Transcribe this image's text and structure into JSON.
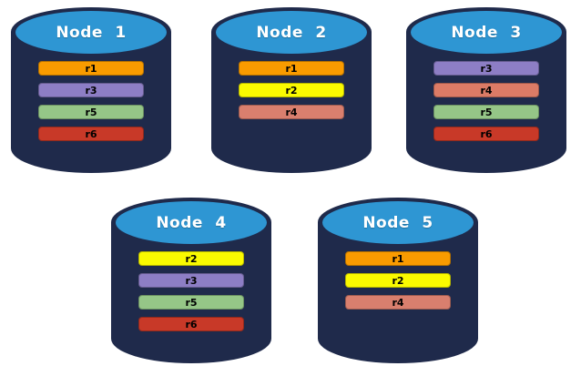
{
  "palette": {
    "cylinder_body": "#1F2A4B",
    "cylinder_cap": "#2E96D3",
    "replica_colors": {
      "r1": "#F99B00",
      "r2": "#FAFA00",
      "r3": "#8D7EC5",
      "r4": "#D97F6E",
      "r5": "#95C687",
      "r6": "#C83928"
    }
  },
  "nodes": [
    {
      "title": "Node 1",
      "replicas": [
        {
          "label": "r1",
          "color": "#F99B00"
        },
        {
          "label": "r3",
          "color": "#8D7EC5"
        },
        {
          "label": "r5",
          "color": "#95C687"
        },
        {
          "label": "r6",
          "color": "#C83928"
        }
      ]
    },
    {
      "title": "Node 2",
      "replicas": [
        {
          "label": "r1",
          "color": "#F99B00"
        },
        {
          "label": "r2",
          "color": "#FAFA00"
        },
        {
          "label": "r4",
          "color": "#D97F6E"
        }
      ]
    },
    {
      "title": "Node 3",
      "replicas": [
        {
          "label": "r3",
          "color": "#8D7EC5"
        },
        {
          "label": "r4",
          "color": "#DC7B66"
        },
        {
          "label": "r5",
          "color": "#95C687"
        },
        {
          "label": "r6",
          "color": "#C83928"
        }
      ]
    },
    {
      "title": "Node 4",
      "replicas": [
        {
          "label": "r2",
          "color": "#FAFA00"
        },
        {
          "label": "r3",
          "color": "#8D7EC5"
        },
        {
          "label": "r5",
          "color": "#95C687"
        },
        {
          "label": "r6",
          "color": "#C83928"
        }
      ]
    },
    {
      "title": "Node 5",
      "replicas": [
        {
          "label": "r1",
          "color": "#F99B00"
        },
        {
          "label": "r2",
          "color": "#FAFA00"
        },
        {
          "label": "r4",
          "color": "#D97F6E"
        }
      ]
    }
  ]
}
